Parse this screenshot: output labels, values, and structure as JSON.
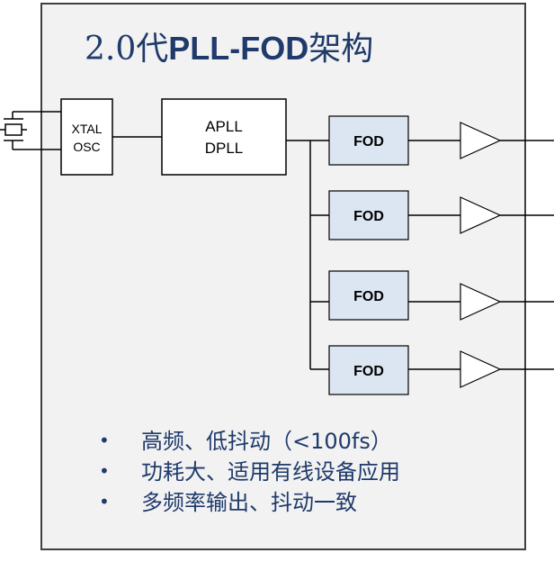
{
  "title": {
    "version": "2.0代",
    "name": "PLL-FOD",
    "suffix": "架构"
  },
  "blocks": {
    "xtal_line1": "XTAL",
    "xtal_line2": "OSC",
    "pll_line1": "APLL",
    "pll_line2": "DPLL",
    "fod": [
      "FOD",
      "FOD",
      "FOD",
      "FOD"
    ]
  },
  "bullets": [
    "高频、低抖动（<100fs）",
    "功耗大、适用有线设备应用",
    "多频率输出、抖动一致"
  ],
  "bullet_symbol": "•",
  "colors": {
    "panel_fill": "#f2f2f2",
    "panel_border": "#404040",
    "fod_fill": "#dce6f2",
    "title_color": "#1f3a6b",
    "text_color": "#1f3a6b"
  }
}
